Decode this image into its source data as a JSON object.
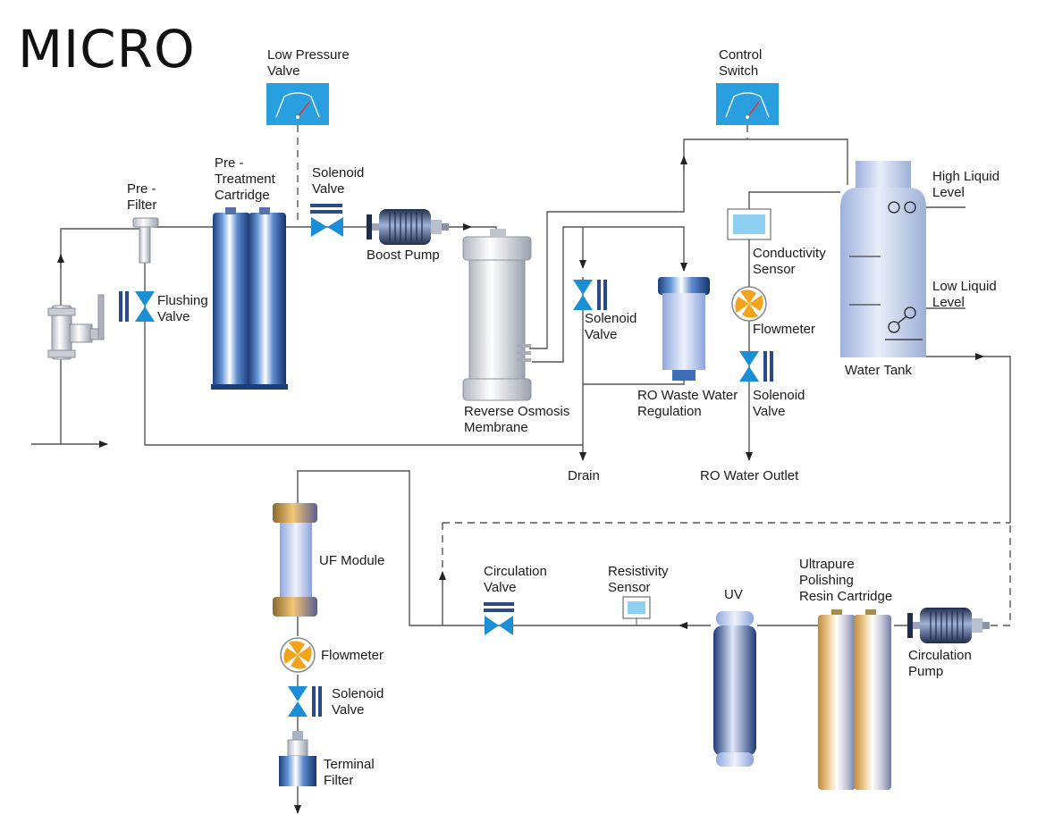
{
  "title": "MICRO",
  "labels": {
    "low_pressure_valve": [
      "Low Pressure",
      "Valve"
    ],
    "control_switch": [
      "Control",
      "Switch"
    ],
    "pre_filter": [
      "Pre -",
      "Filter"
    ],
    "pretreatment": [
      "Pre -",
      "Treatment",
      "Cartridge"
    ],
    "solenoid_top": [
      "Solenoid",
      "Valve"
    ],
    "boost_pump": [
      "Boost Pump"
    ],
    "high_level": [
      "High Liquid",
      "Level"
    ],
    "low_level": [
      "Low Liquid",
      "Level"
    ],
    "conductivity": [
      "Conductivity",
      "Sensor"
    ],
    "flushing": [
      "Flushing",
      "Valve"
    ],
    "solenoid_drain": [
      "Solenoid",
      "Valve"
    ],
    "flowmeter_top": [
      "Flowmeter"
    ],
    "water_tank": [
      "Water Tank"
    ],
    "ro_membrane": [
      "Reverse Osmosis",
      "Membrane"
    ],
    "ro_waste": [
      "RO Waste Water",
      "Regulation"
    ],
    "solenoid_outlet": [
      "Solenoid",
      "Valve"
    ],
    "drain": [
      "Drain"
    ],
    "ro_outlet": [
      "RO Water Outlet"
    ],
    "uf_module": [
      "UF Module"
    ],
    "circulation_valve": [
      "Circulation",
      "Valve"
    ],
    "resistivity": [
      "Resistivity",
      "Sensor"
    ],
    "uv": [
      "UV"
    ],
    "polishing": [
      "Ultrapure",
      "Polishing",
      "Resin Cartridge"
    ],
    "circulation_pump": [
      "Circulation",
      "Pump"
    ],
    "flowmeter_bottom": [
      "Flowmeter"
    ],
    "solenoid_bottom": [
      "Solenoid",
      "Valve"
    ],
    "terminal_filter": [
      "Terminal",
      "Filter"
    ]
  },
  "colors": {
    "valve_blue": "#1a8fd6",
    "gauge_blue": "#2a9fe0",
    "flowmeter_orange": "#f2a51c",
    "pipe_gray": "#555555",
    "cartridge_blue": "#3d6fb8",
    "cartridge_gold": "#d9a14a"
  }
}
